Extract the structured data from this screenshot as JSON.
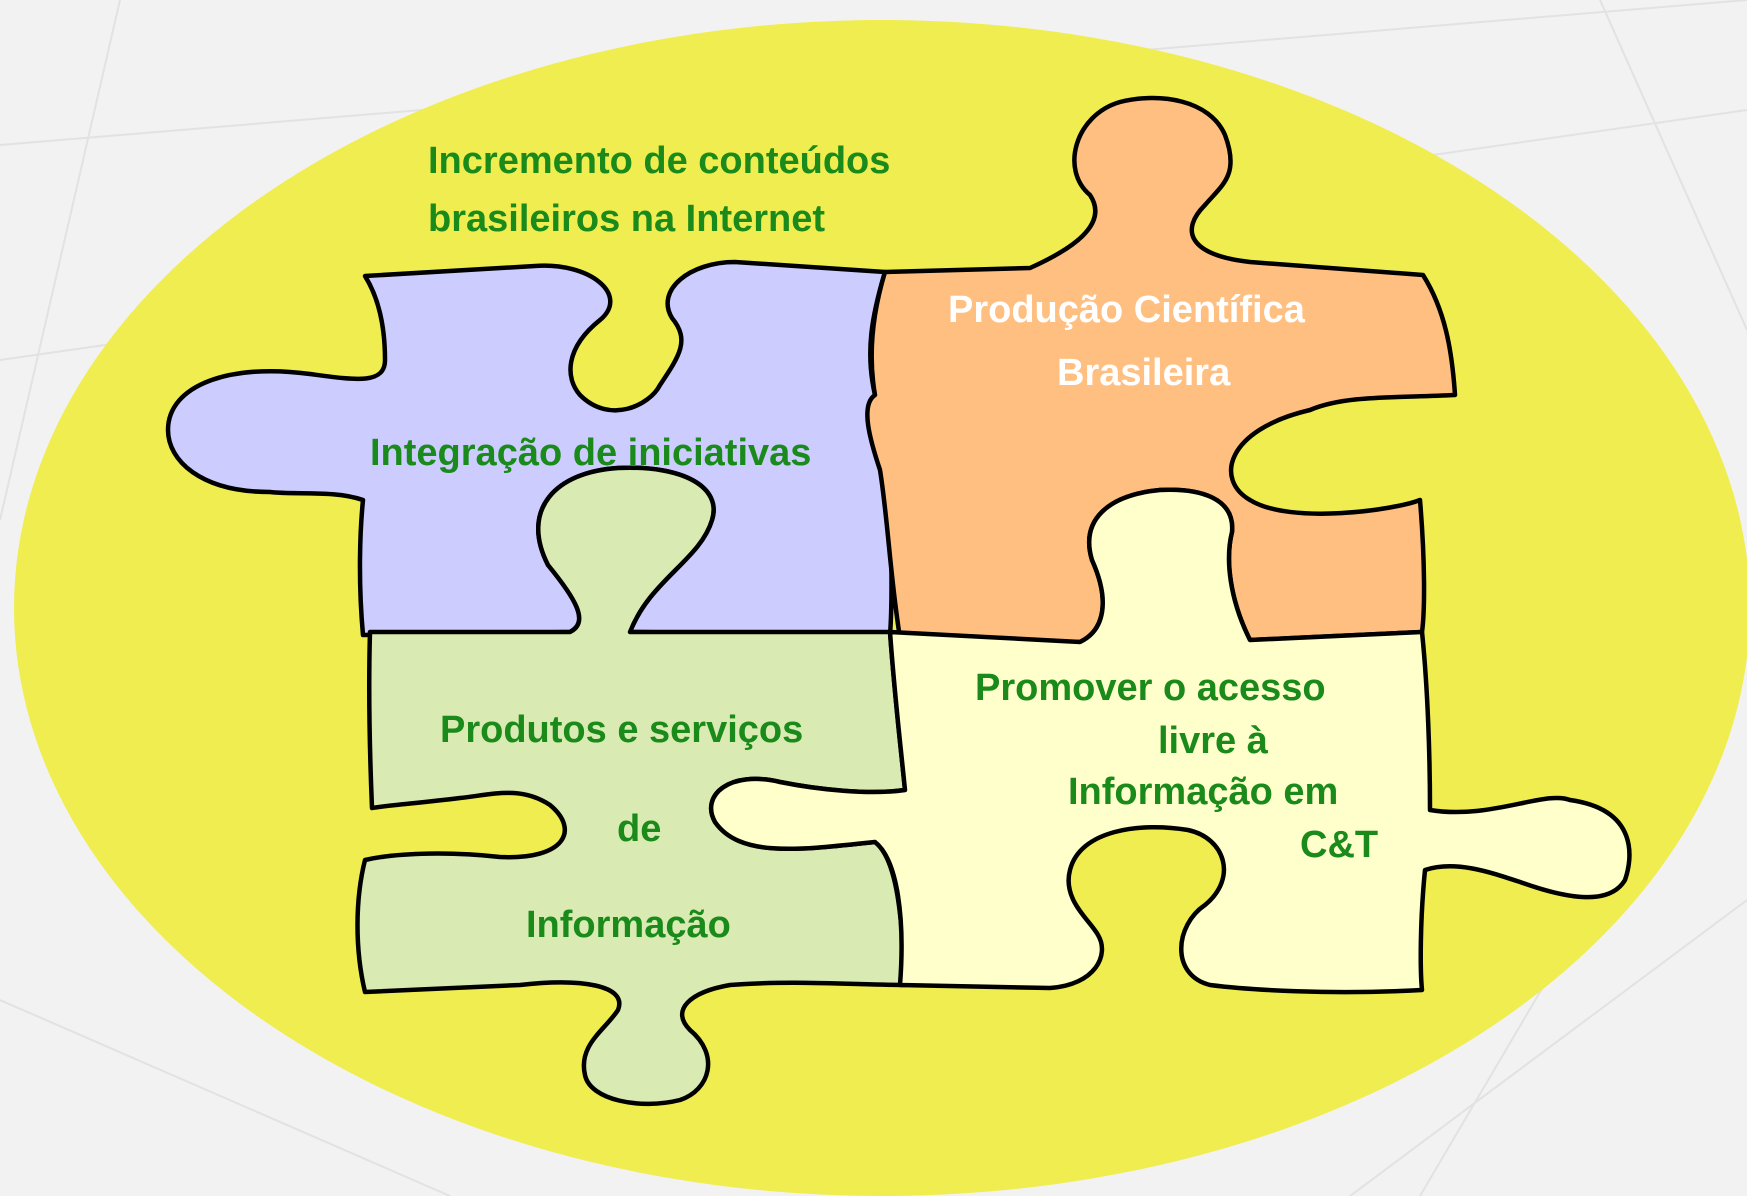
{
  "colors": {
    "background": "#f2f2f2",
    "ellipse": "#f0ed50",
    "piece_purple": "#ccccff",
    "piece_orange": "#ffbf80",
    "piece_green": "#d9eab3",
    "piece_yellow": "#ffffcc",
    "text_green": "#1a8a1a",
    "text_white": "#ffffff",
    "outline": "#000000"
  },
  "labels": {
    "headline_1": "Incremento de conteúdos",
    "headline_2": "brasileiros na Internet",
    "integracao": "Integração de iniciativas",
    "producao_1": "Produção Científica",
    "producao_2": "Brasileira",
    "produtos_1": "Produtos e serviços",
    "produtos_2": "de",
    "produtos_3": "Informação",
    "promover_1": "Promover o acesso",
    "promover_2": "livre à",
    "promover_3": "Informação em",
    "promover_4": "C&T"
  }
}
